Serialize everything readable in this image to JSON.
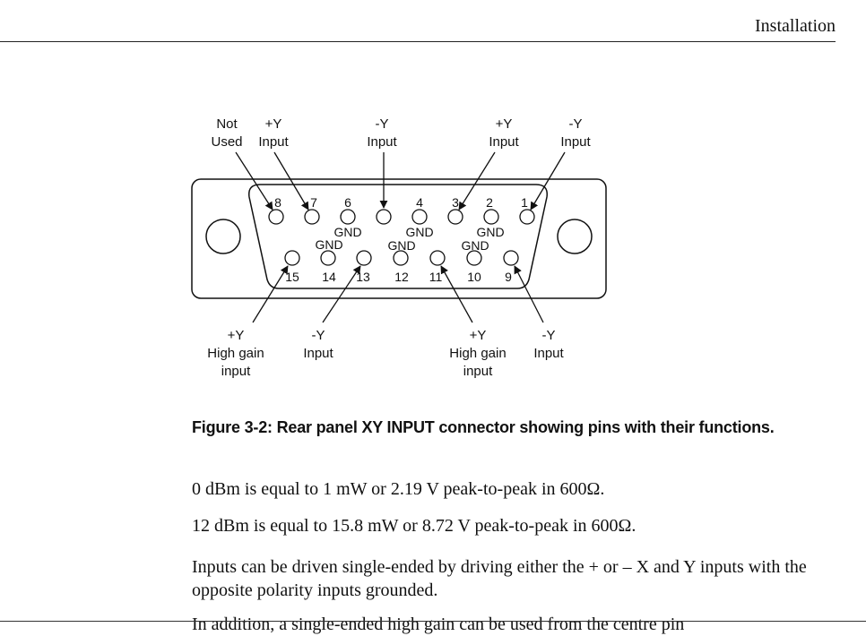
{
  "header": {
    "title": "Installation"
  },
  "diagram": {
    "top_labels": [
      {
        "line1": "Not",
        "line2": "Used"
      },
      {
        "line1": "+Y",
        "line2": "Input"
      },
      {
        "line1": "-Y",
        "line2": "Input"
      },
      {
        "line1": "+Y",
        "line2": "Input"
      },
      {
        "line1": "-Y",
        "line2": "Input"
      }
    ],
    "bottom_labels": [
      {
        "line1": "+Y",
        "line2": "High gain",
        "line3": "input"
      },
      {
        "line1": "-Y",
        "line2": "Input"
      },
      {
        "line1": "+Y",
        "line2": "High gain",
        "line3": "input"
      },
      {
        "line1": "-Y",
        "line2": "Input"
      }
    ],
    "top_pins": [
      "8",
      "7",
      "6",
      "",
      "4",
      "3",
      "2",
      "1"
    ],
    "bottom_pins": [
      "15",
      "14",
      "13",
      "12",
      "11",
      "10",
      "9"
    ],
    "gnd_label": "GND"
  },
  "caption": "Figure 3-2: Rear panel XY INPUT connector showing pins with their functions.",
  "paragraphs": [
    "0 dBm is equal to 1 mW or 2.19 V peak-to-peak in 600Ω.",
    "12 dBm is equal to 15.8 mW or 8.72 V peak-to-peak in 600Ω.",
    "Inputs can be driven single-ended by driving either the + or – X and Y inputs with the opposite polarity inputs grounded.",
    "In addition, a single-ended high gain can be used from the centre pin"
  ]
}
